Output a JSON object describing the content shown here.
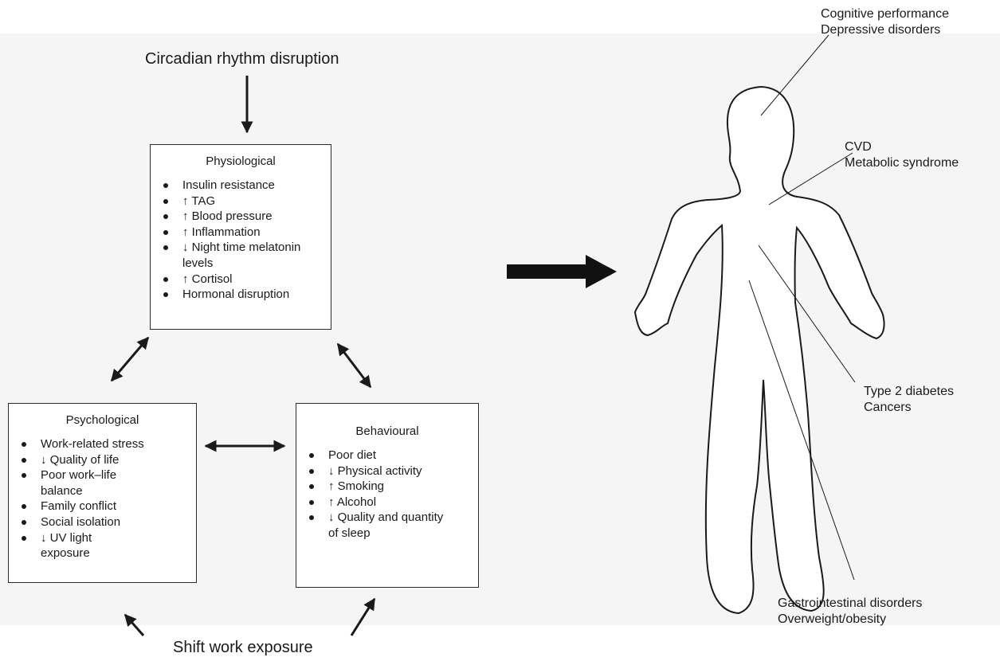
{
  "title": "Circadian rhythm disruption",
  "bottom_label": "Shift work exposure",
  "physiological": {
    "title": "Physiological",
    "items": [
      "Insulin resistance",
      "↑ TAG",
      "↑ Blood pressure",
      "↑ Inflammation",
      "↓ Night time melatonin levels",
      "↑ Cortisol",
      "Hormonal disruption"
    ]
  },
  "psychological": {
    "title": "Psychological",
    "items": [
      "Work-related stress",
      "↓ Quality of life",
      "Poor work–life balance",
      "Family conflict",
      "Social isolation",
      "↓ UV light exposure"
    ]
  },
  "behavioural": {
    "title": "Behavioural",
    "items": [
      "Poor diet",
      "↓ Physical activity",
      "↑ Smoking",
      "↑ Alcohol",
      "↓ Quality and quantity of sleep"
    ]
  },
  "outcomes": {
    "head": {
      "line1": "Cognitive performance",
      "line2": "Depressive disorders"
    },
    "chest": {
      "line1": "CVD",
      "line2": "Metabolic syndrome"
    },
    "abdomen": {
      "line1": "Type 2 diabetes",
      "line2": "Cancers"
    },
    "gut": {
      "line1": "Gastrointestinal disorders",
      "line2": "Overweight/obesity"
    }
  }
}
